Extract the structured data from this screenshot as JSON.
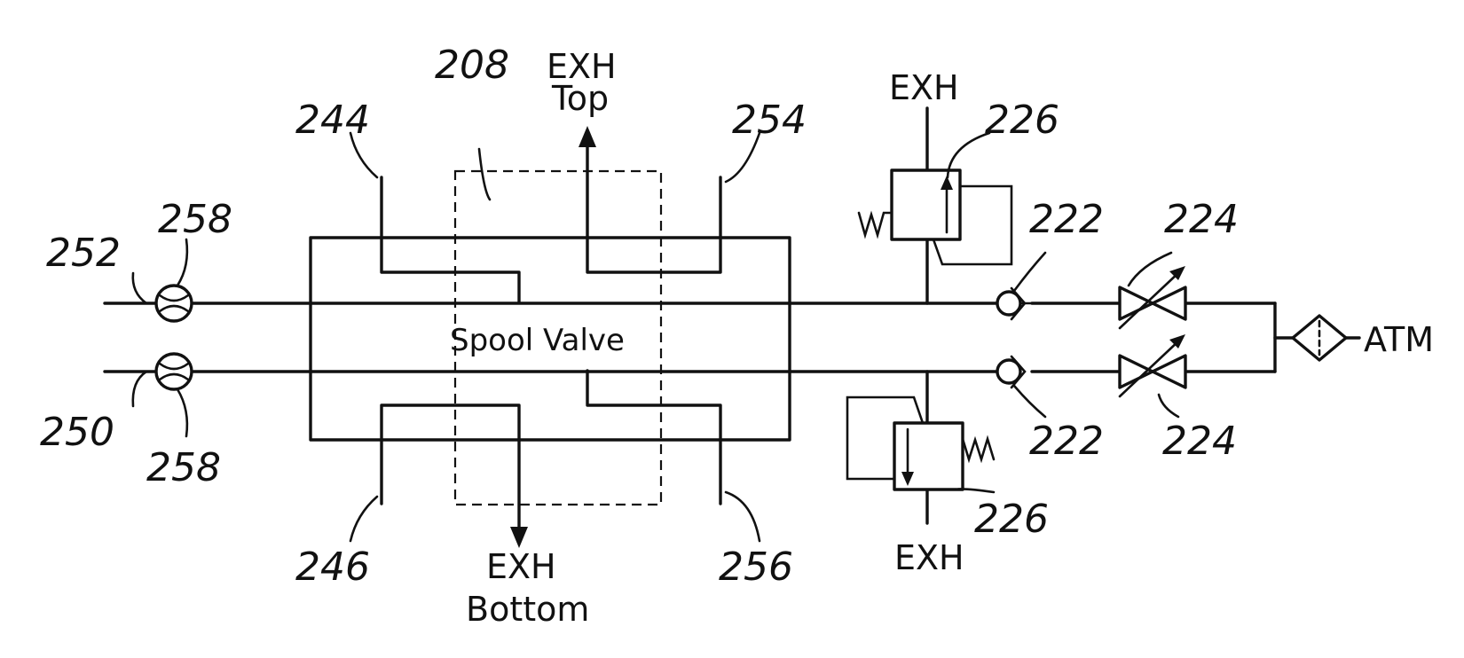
{
  "labels": {
    "spool_valve": "Spool Valve",
    "exh": "EXH",
    "top": "Top",
    "bottom": "Bottom",
    "atm": "ATM"
  },
  "refs": {
    "r208": "208",
    "r244": "244",
    "r254": "254",
    "r246": "246",
    "r256": "256",
    "r252": "252",
    "r250": "250",
    "r258": "258",
    "r226": "226",
    "r222": "222",
    "r224": "224"
  }
}
